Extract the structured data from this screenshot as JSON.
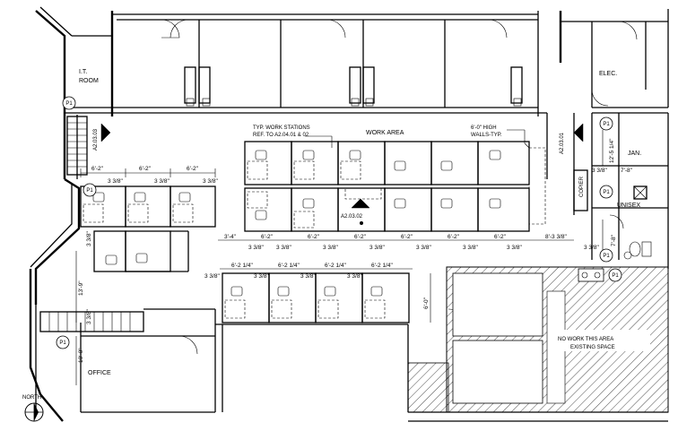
{
  "rooms": {
    "it_room": [
      "I.T.",
      "ROOM"
    ],
    "elec": "ELEC.",
    "jan": "JAN.",
    "unisex": "UNISEX",
    "office": "OFFICE",
    "work_area": "WORK AREA",
    "copier": "COPIER"
  },
  "notes": {
    "typ_workstations": [
      "TYP. WORK STATIONS",
      "REF. TO A2.04.01 & 02"
    ],
    "high_walls": [
      "6'-0\" HIGH",
      "WALLS-TYP."
    ],
    "no_work": [
      "NO WORK THIS AREA",
      "EXISTING SPACE"
    ],
    "north": "NORTH"
  },
  "section_refs": {
    "left": "A2.03.03",
    "right": "A2.03.01",
    "center": "A2.03.02"
  },
  "tags": [
    "P1",
    "P1",
    "P1",
    "P1",
    "P1",
    "P1",
    "P1"
  ],
  "dimensions": {
    "left_top": [
      "6'-2\"",
      "6'-2\"",
      "6'-2\""
    ],
    "left_gaps": [
      "3 3/8\"",
      "3 3/8\"",
      "3 3/8\""
    ],
    "left_side": "3 3/8\"",
    "left_vertical": "13'-9\"",
    "left_vertical2": "3 3/8\"",
    "office_vertical": "10'-0\"",
    "center_first": "3'-4\"",
    "center_row": [
      "6'-2\"",
      "6'-2\"",
      "6'-2\"",
      "6'-2\"",
      "6'-2\"",
      "6'-2\""
    ],
    "center_last": "8'-3 3/8\"",
    "center_gaps": [
      "3 3/8\"",
      "3 3/8\"",
      "3 3/8\"",
      "3 3/8\"",
      "3 3/8\"",
      "3 3/8\"",
      "3 3/8\""
    ],
    "lower_row": [
      "6'-2 1/4\"",
      "6'-2 1/4\"",
      "6'-2 1/4\"",
      "6'-2 1/4\""
    ],
    "lower_gaps": [
      "3 3/8\"",
      "3 3/8\"",
      "3 3/8\"",
      "3 3/8\""
    ],
    "lower_vertical": "6'-0\"",
    "right_12": "12'-5 1/4\"",
    "right_78": "7'-8\"",
    "right_78b": "7'-8\"",
    "right_33": "3 3/8\"",
    "right_33b": "3 3/8\""
  }
}
